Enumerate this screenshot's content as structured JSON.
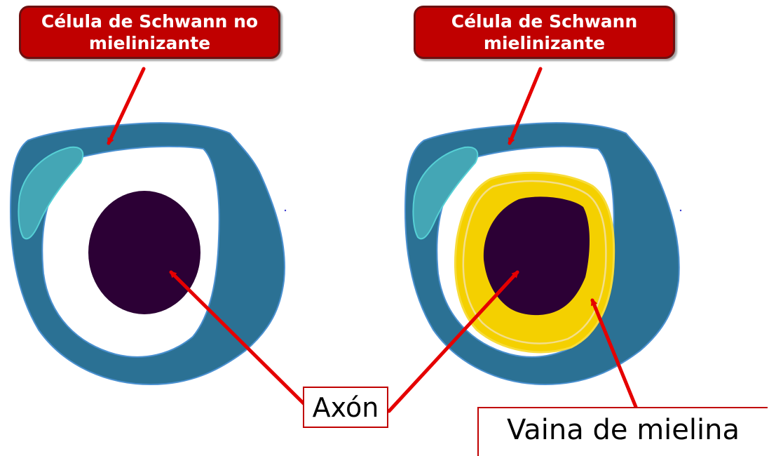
{
  "titles": {
    "left_line1": "Célula de Schwann no",
    "left_line2": "mielinizante",
    "right_line1": "Célula de Schwann",
    "right_line2": "mielinizante"
  },
  "labels": {
    "axon": "Axón",
    "myelin": "Vaina de mielina"
  },
  "colors": {
    "title_fill": "#c00000",
    "title_border": "#6e1010",
    "schwann_cell": "#2b7194",
    "schwann_outline": "#4a90d0",
    "nucleus": "#44a6b5",
    "axon": "#2c0035",
    "myelin": "#f4d000",
    "myelin_inner_ring": "#f3de8a",
    "arrow": "#e50000"
  }
}
